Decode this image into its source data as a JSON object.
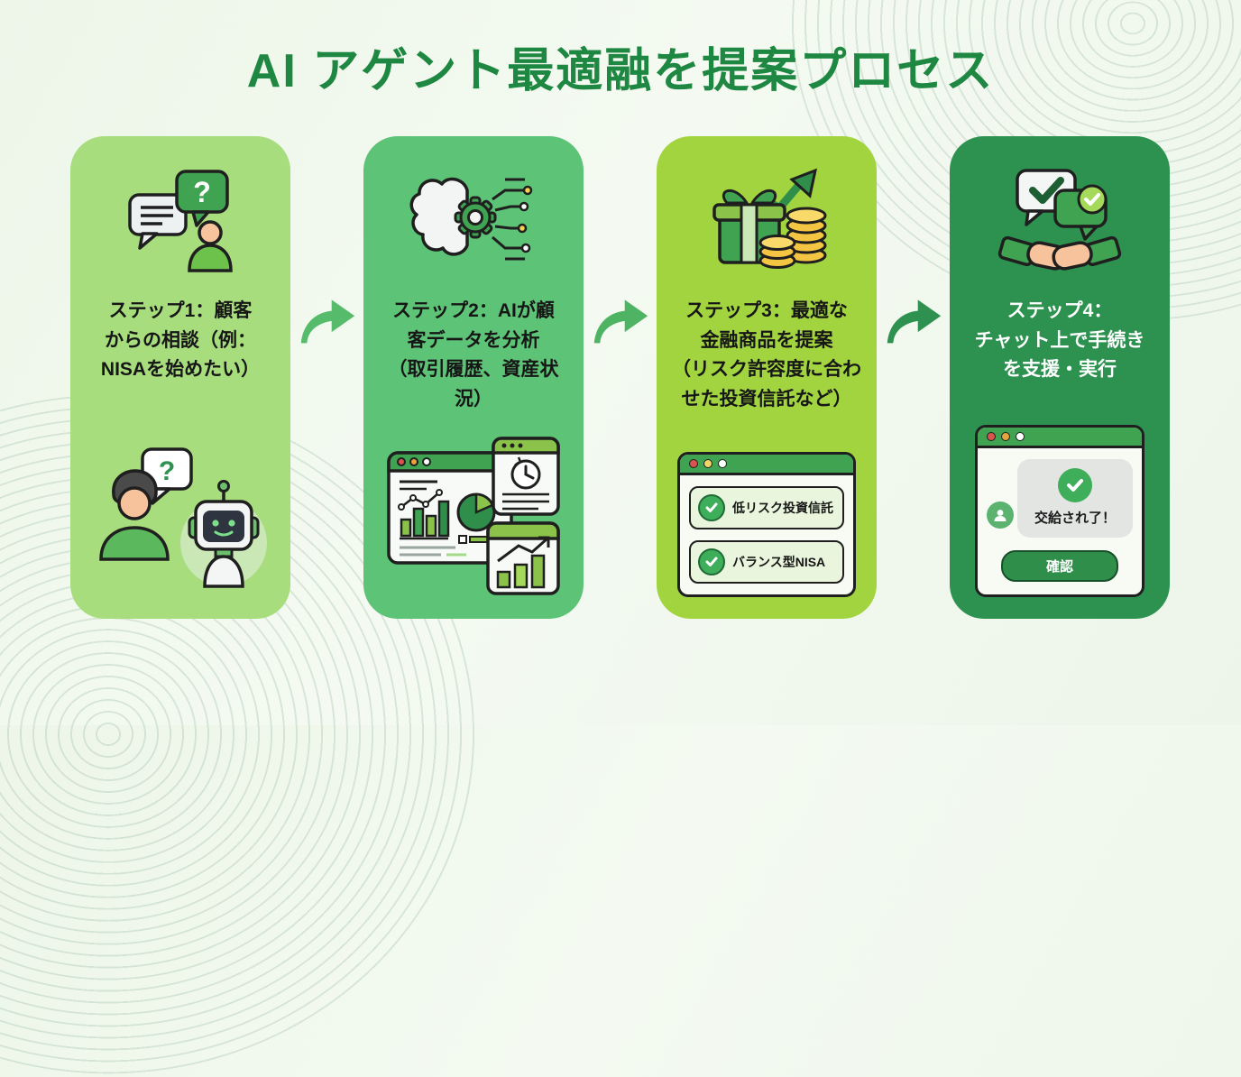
{
  "title": "AI アゲント最適融を提案プロセス",
  "glyphs": {
    "question": "?"
  },
  "colors": {
    "title_green": "#1e8741",
    "card1_bg": "#a7dd7d",
    "card2_bg": "#5dc377",
    "card3_bg": "#a2d440",
    "card4_bg": "#2d9150",
    "arrow_green_light": "#56bb6b",
    "arrow_green_mid": "#4eb464",
    "arrow_green_dark": "#2e9150",
    "check_green": "#3fae5a",
    "coin_gold": "#f4c542"
  },
  "steps": [
    {
      "id": "1",
      "label": "ステップ1：顧客\nからの相談（例：\nNISAを始めたい）",
      "icon": "consultation-chat-icon",
      "illustration": "customer-robot-illustration"
    },
    {
      "id": "2",
      "label": "ステップ2：AIが顧\n客データを分析\n（取引履歴、資産状\n況）",
      "icon": "ai-brain-gear-icon",
      "illustration": "analytics-dashboard-illustration"
    },
    {
      "id": "3",
      "label": "ステップ3：最適な\n金融商品を提案\n（リスク許容度に合わ\nせた投資信託など）",
      "icon": "gift-coins-growth-icon",
      "illustration": "product-options-window",
      "options": [
        "低リスク投資信託",
        "バランス型NISA"
      ]
    },
    {
      "id": "4",
      "label": "ステップ4：\nチャット上で手続き\nを支援・実行",
      "icon": "handshake-agreement-icon",
      "illustration": "chat-confirmation-window",
      "chat_message": "交給され了！",
      "confirm_button": "確認"
    }
  ]
}
